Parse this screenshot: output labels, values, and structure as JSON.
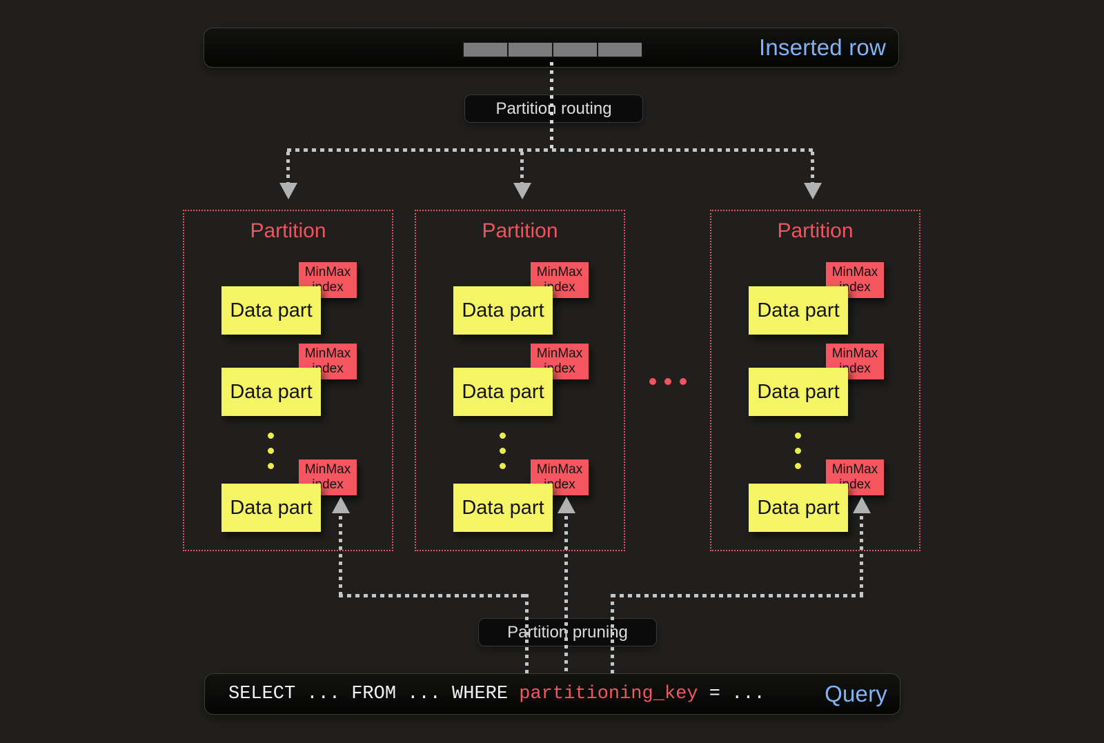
{
  "colors": {
    "background": "#201f1d",
    "bar_background": "#0a0a0a",
    "accent_blue": "#82b3f4",
    "accent_red": "#f0545e",
    "minmax_red": "#f4575f",
    "datapart_yellow": "#f4f464",
    "line_gray": "#c6c6c6"
  },
  "inserted_row": {
    "label": "Inserted row",
    "segment_count": 4
  },
  "partition_routing": {
    "label": "Partition routing"
  },
  "partition_pruning": {
    "label": "Partition pruning"
  },
  "partitions": [
    {
      "title": "Partition",
      "parts": [
        {
          "label": "Data part",
          "index_label": "MinMax index"
        },
        {
          "label": "Data part",
          "index_label": "MinMax index"
        },
        {
          "label": "Data part",
          "index_label": "MinMax index"
        }
      ],
      "more_parts_dots": 3
    },
    {
      "title": "Partition",
      "parts": [
        {
          "label": "Data part",
          "index_label": "MinMax index"
        },
        {
          "label": "Data part",
          "index_label": "MinMax index"
        },
        {
          "label": "Data part",
          "index_label": "MinMax index"
        }
      ],
      "more_parts_dots": 3
    },
    {
      "title": "Partition",
      "parts": [
        {
          "label": "Data part",
          "index_label": "MinMax index"
        },
        {
          "label": "Data part",
          "index_label": "MinMax index"
        },
        {
          "label": "Data part",
          "index_label": "MinMax index"
        }
      ],
      "more_parts_dots": 3
    }
  ],
  "more_partitions_dots": 3,
  "query": {
    "prefix": "SELECT ... FROM ... WHERE ",
    "key": "partitioning_key",
    "suffix": " = ...",
    "label": "Query"
  }
}
